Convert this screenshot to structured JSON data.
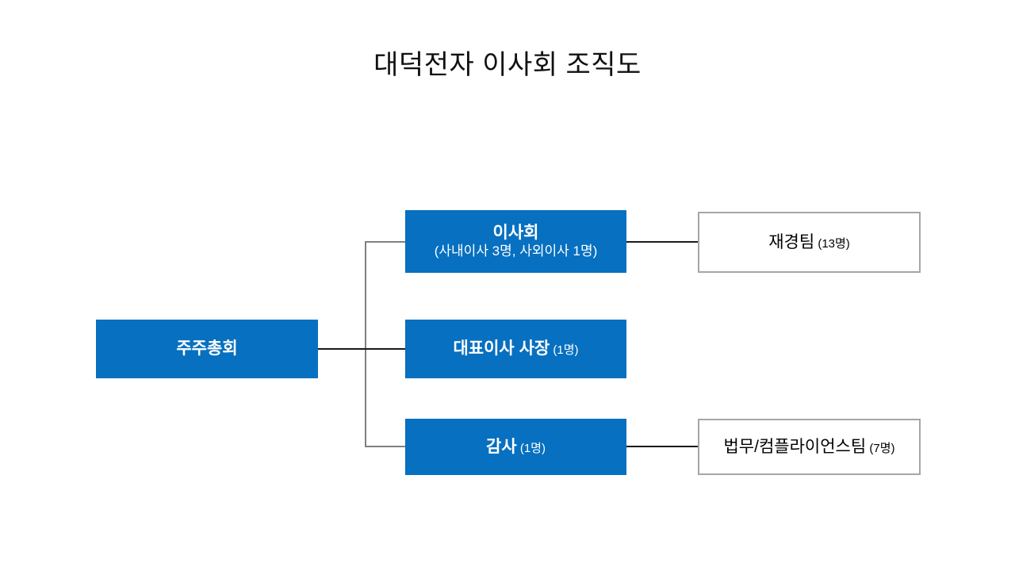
{
  "document": {
    "title": "대덕전자 이사회 조직도"
  },
  "theme": {
    "accent_blue": "#0770C0",
    "box_border_gray": "#a6a6a6",
    "connector_dark": "#1a1a1a",
    "connector_gray": "#808080",
    "background": "#ffffff"
  },
  "chart_data": {
    "type": "diagram",
    "diagram_kind": "organization-chart",
    "title": "대덕전자 이사회 조직도",
    "nodes": [
      {
        "id": "shareholders",
        "label": "주주총회",
        "sub": "",
        "count": "",
        "style": "filled",
        "column": 1
      },
      {
        "id": "board",
        "label": "이사회",
        "sub": "(사내이사 3명, 사외이사 1명)",
        "count": "",
        "style": "filled",
        "column": 2
      },
      {
        "id": "ceo",
        "label": "대표이사 사장",
        "sub": "",
        "count": "(1명)",
        "style": "filled",
        "column": 2
      },
      {
        "id": "auditor",
        "label": "감사",
        "sub": "",
        "count": "(1명)",
        "style": "filled",
        "column": 2
      },
      {
        "id": "finance",
        "label": "재경팀",
        "sub": "",
        "count": "(13명)",
        "style": "outlined",
        "column": 3
      },
      {
        "id": "legal",
        "label": "법무/컴플라이언스팀",
        "sub": "",
        "count": "(7명)",
        "style": "outlined",
        "column": 3
      }
    ],
    "edges": [
      {
        "from": "shareholders",
        "to": "ceo",
        "via": "spine",
        "color": "#1a1a1a"
      },
      {
        "from": "spine",
        "to": "board",
        "color": "#808080"
      },
      {
        "from": "spine",
        "to": "auditor",
        "color": "#808080"
      },
      {
        "from": "board",
        "to": "finance",
        "color": "#1a1a1a"
      },
      {
        "from": "auditor",
        "to": "legal",
        "color": "#1a1a1a"
      }
    ]
  }
}
